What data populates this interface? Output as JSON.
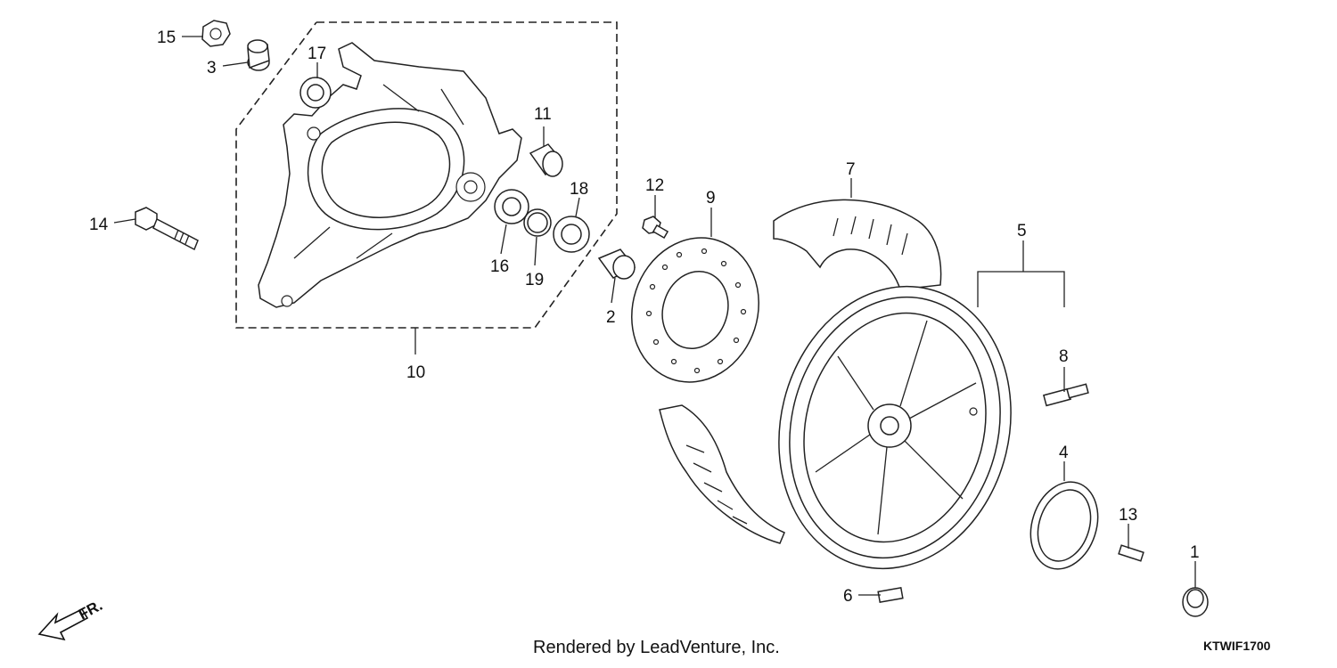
{
  "callouts": {
    "p1": "1",
    "p2": "2",
    "p3": "3",
    "p4": "4",
    "p5": "5",
    "p6": "6",
    "p7": "7",
    "p8": "8",
    "p9": "9",
    "p10": "10",
    "p11": "11",
    "p12": "12",
    "p13": "13",
    "p14": "14",
    "p15": "15",
    "p16": "16",
    "p17": "17",
    "p18": "18",
    "p19": "19"
  },
  "footer": {
    "rendered_by": "Rendered by LeadVenture, Inc.",
    "diagram_code": "KTWIF1700"
  },
  "direction": {
    "label": "FR."
  }
}
